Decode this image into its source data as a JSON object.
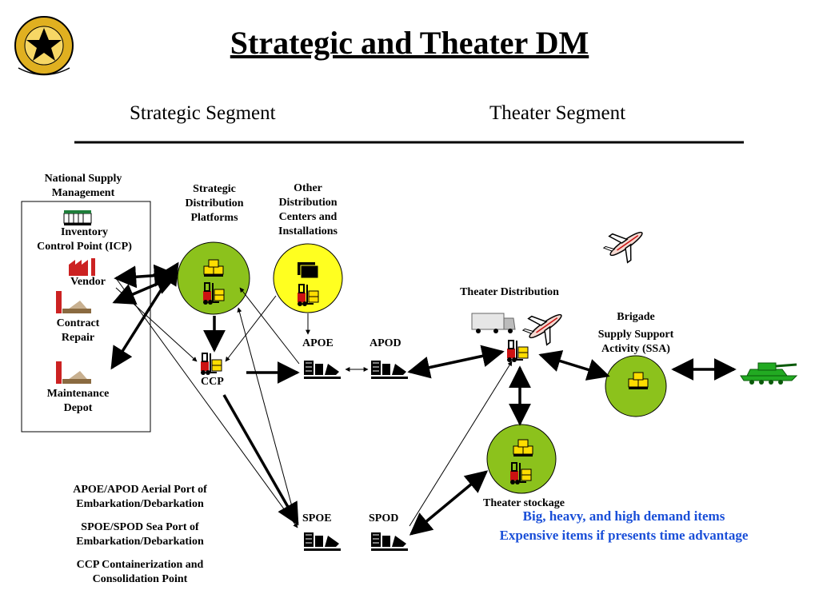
{
  "title": "Strategic and Theater DM",
  "segments": {
    "strategic": "Strategic Segment",
    "theater": "Theater Segment"
  },
  "national_supply": {
    "heading": [
      "National Supply",
      "Management"
    ],
    "icp": [
      "Inventory",
      "Control Point (ICP)"
    ],
    "vendor": "Vendor",
    "contract_repair": [
      "Contract",
      "Repair"
    ],
    "maintenance_depot": [
      "Maintenance",
      "Depot"
    ]
  },
  "strategic_platforms": [
    "Strategic",
    "Distribution",
    "Platforms"
  ],
  "other_centers": [
    "Other",
    "Distribution",
    "Centers and",
    "Installations"
  ],
  "ccp": "CCP",
  "ports": {
    "apoe": "APOE",
    "apod": "APOD",
    "spoe": "SPOE",
    "spod": "SPOD"
  },
  "theater_distribution": "Theater Distribution",
  "brigade_ssa": [
    "Brigade",
    "Supply Support",
    "Activity (SSA)"
  ],
  "theater_stockage": "Theater stockage",
  "legend": [
    [
      "APOE/APOD  Aerial Port of",
      "Embarkation/Debarkation"
    ],
    [
      "SPOE/SPOD  Sea Port of",
      "Embarkation/Debarkation"
    ],
    [
      "CCP  Containerization and",
      "Consolidation Point"
    ]
  ],
  "notes": [
    "Big, heavy, and high demand items",
    "Expensive items if presents time advantage"
  ],
  "colors": {
    "node_green": "#8cc21c",
    "node_yellow": "#ffff20",
    "note_blue": "#1a4fd8",
    "tank_green": "#22aa22"
  },
  "icons": [
    "army-crest-icon",
    "building-icon",
    "factory-icon",
    "forklift-icon",
    "boxes-icon",
    "container-icon",
    "airplane-icon",
    "truck-icon",
    "port-crane-icon",
    "tank-icon"
  ]
}
